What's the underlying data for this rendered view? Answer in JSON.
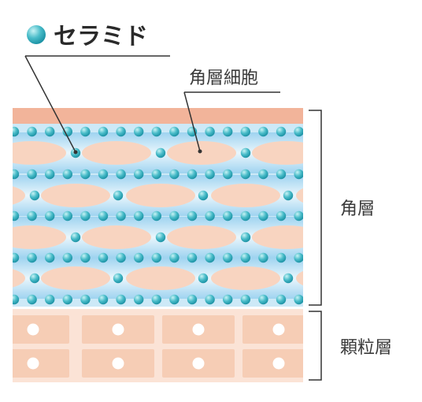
{
  "legend": {
    "title": "セラミド"
  },
  "labels": {
    "corneocyte": "角層細胞",
    "stratum_corneum": "角層",
    "stratum_granulosum": "顆粒層"
  },
  "colors": {
    "top_layer": "#f2b49a",
    "corneum_bg_top": "#a9d8f2",
    "corneum_bg_mid": "#e7f5fc",
    "corneocyte": "#f8d4c0",
    "ceramide": "#3fb6c4",
    "ceramide_highlight": "#bff0f3",
    "granular_bg": "#fbe3d6",
    "granular_cell": "#f6cdb5",
    "nucleus": "#ffffff",
    "line": "#333333"
  },
  "icons": {
    "ceramide": "sphere-icon"
  }
}
